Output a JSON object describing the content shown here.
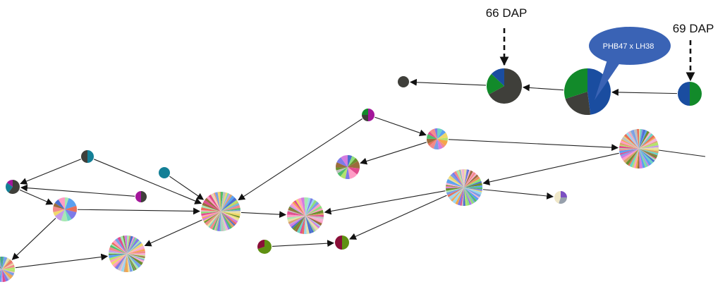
{
  "annotations": [
    {
      "id": "a66",
      "text": "66 DAP"
    },
    {
      "id": "a69",
      "text": "69 DAP"
    }
  ],
  "callout": {
    "text": "PHB47 x LH38",
    "color": "#3a63b5"
  },
  "colors": {
    "dark": "#3f3f3a",
    "green": "#128a2a",
    "blue": "#1a4da0",
    "teal": "#137f96",
    "magenta": "#a3169a",
    "olive": "#5f9112",
    "maroon": "#8a0f38",
    "purple": "#7b4fc2",
    "cream": "#efe7c8",
    "gray": "#97a0ac",
    "salmon": "#e8665a",
    "pink": "#e48bd0",
    "lightgreen": "#8fd19a",
    "edge": "#222222"
  },
  "nodes": [
    {
      "id": "n_dark_tip",
      "kind": "solid",
      "slices": [
        {
          "c": "dark",
          "v": 1
        }
      ]
    },
    {
      "id": "n66",
      "kind": "pie",
      "slices": [
        {
          "c": "dark",
          "v": 0.67
        },
        {
          "c": "green",
          "v": 0.2
        },
        {
          "c": "blue",
          "v": 0.13
        }
      ]
    },
    {
      "id": "n_mid_top",
      "kind": "pie",
      "slices": [
        {
          "c": "blue",
          "v": 0.48
        },
        {
          "c": "dark",
          "v": 0.22
        },
        {
          "c": "green",
          "v": 0.3
        }
      ]
    },
    {
      "id": "n69",
      "kind": "pie",
      "slices": [
        {
          "c": "green",
          "v": 0.5
        },
        {
          "c": "blue",
          "v": 0.5
        }
      ]
    },
    {
      "id": "n_small_top",
      "kind": "pie",
      "slices": [
        {
          "c": "magenta",
          "v": 0.5
        },
        {
          "c": "dark",
          "v": 0.25
        },
        {
          "c": "green",
          "v": 0.25
        }
      ]
    },
    {
      "id": "n_multi_a",
      "kind": "multi",
      "seed": 3,
      "count": 16
    },
    {
      "id": "n_big_right",
      "kind": "multi",
      "seed": 7,
      "count": 60
    },
    {
      "id": "n_multi_b",
      "kind": "multi",
      "seed": 11,
      "count": 14
    },
    {
      "id": "n_big_mid",
      "kind": "multi",
      "seed": 13,
      "count": 60
    },
    {
      "id": "n_gray_small",
      "kind": "pie",
      "slices": [
        {
          "c": "purple",
          "v": 0.25
        },
        {
          "c": "gray",
          "v": 0.3
        },
        {
          "c": "cream",
          "v": 0.45
        }
      ]
    },
    {
      "id": "n_teal_dark",
      "kind": "pie",
      "slices": [
        {
          "c": "teal",
          "v": 0.5
        },
        {
          "c": "dark",
          "v": 0.5
        }
      ]
    },
    {
      "id": "n_teal",
      "kind": "solid",
      "slices": [
        {
          "c": "teal",
          "v": 1
        }
      ]
    },
    {
      "id": "n_left_edge",
      "kind": "pie",
      "slices": [
        {
          "c": "dark",
          "v": 0.6
        },
        {
          "c": "teal",
          "v": 0.25
        },
        {
          "c": "magenta",
          "v": 0.15
        }
      ]
    },
    {
      "id": "n_dark_mag",
      "kind": "pie",
      "slices": [
        {
          "c": "dark",
          "v": 0.5
        },
        {
          "c": "magenta",
          "v": 0.5
        }
      ]
    },
    {
      "id": "n_multi_c",
      "kind": "multi",
      "seed": 17,
      "count": 12
    },
    {
      "id": "n_center",
      "kind": "multi",
      "seed": 19,
      "count": 60
    },
    {
      "id": "n_center_r",
      "kind": "multi",
      "seed": 23,
      "count": 50
    },
    {
      "id": "n_bottom_left",
      "kind": "multi",
      "seed": 29,
      "count": 55
    },
    {
      "id": "n_olive",
      "kind": "pie",
      "slices": [
        {
          "c": "olive",
          "v": 0.7
        },
        {
          "c": "maroon",
          "v": 0.3
        }
      ]
    },
    {
      "id": "n_maroon",
      "kind": "pie",
      "slices": [
        {
          "c": "olive",
          "v": 0.5
        },
        {
          "c": "maroon",
          "v": 0.5
        }
      ]
    },
    {
      "id": "n_far_left",
      "kind": "multi",
      "seed": 31,
      "count": 40
    }
  ],
  "edges": [
    {
      "from": "n66",
      "to": "n_dark_tip"
    },
    {
      "from": "n_mid_top",
      "to": "n66"
    },
    {
      "from": "n69",
      "to": "n_mid_top"
    },
    {
      "from": "n_small_top",
      "to": "n_multi_a"
    },
    {
      "from": "n_small_top",
      "to": "n_center"
    },
    {
      "from": "n_multi_a",
      "to": "n_big_right"
    },
    {
      "from": "n_multi_a",
      "to": "n_multi_b"
    },
    {
      "from": "n_big_right",
      "to": "n_big_mid"
    },
    {
      "from": "n_big_mid",
      "to": "n_gray_small"
    },
    {
      "from": "n_big_mid",
      "to": "n_center_r"
    },
    {
      "from": "n_big_mid",
      "to": "n_maroon"
    },
    {
      "from": "n_teal_dark",
      "to": "n_left_edge"
    },
    {
      "from": "n_teal_dark",
      "to": "n_center"
    },
    {
      "from": "n_teal",
      "to": "n_center"
    },
    {
      "from": "n_dark_mag",
      "to": "n_left_edge"
    },
    {
      "from": "n_left_edge",
      "to": "n_multi_c"
    },
    {
      "from": "n_multi_c",
      "to": "n_center"
    },
    {
      "from": "n_multi_c",
      "to": "n_far_left"
    },
    {
      "from": "n_center",
      "to": "n_center_r"
    },
    {
      "from": "n_center",
      "to": "n_bottom_left"
    },
    {
      "from": "n_olive",
      "to": "n_maroon"
    },
    {
      "from": "n_far_left",
      "to": "n_bottom_left"
    }
  ]
}
